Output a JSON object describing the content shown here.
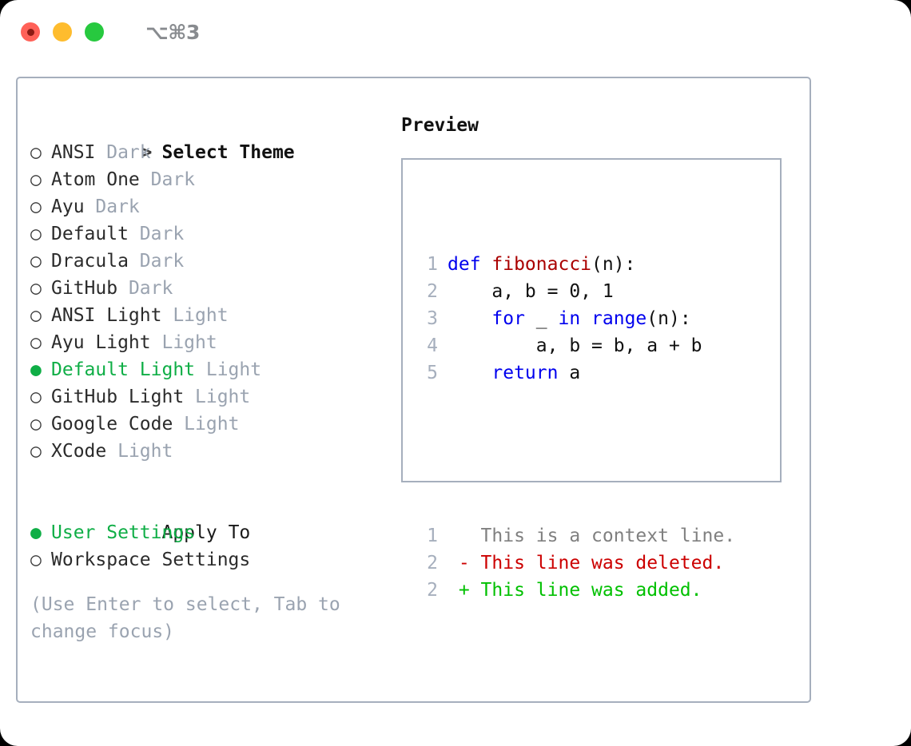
{
  "titlebar": {
    "shortcut": "⌥⌘3",
    "buttons": [
      "close",
      "minimize",
      "maximize"
    ]
  },
  "theme_list": {
    "header_marker": ">",
    "header": "Select Theme",
    "items": [
      {
        "marker": "○",
        "label": "ANSI",
        "variant": "Dark",
        "selected": false
      },
      {
        "marker": "○",
        "label": "Atom One",
        "variant": "Dark",
        "selected": false
      },
      {
        "marker": "○",
        "label": "Ayu",
        "variant": "Dark",
        "selected": false
      },
      {
        "marker": "○",
        "label": "Default",
        "variant": "Dark",
        "selected": false
      },
      {
        "marker": "○",
        "label": "Dracula",
        "variant": "Dark",
        "selected": false
      },
      {
        "marker": "○",
        "label": "GitHub",
        "variant": "Dark",
        "selected": false
      },
      {
        "marker": "○",
        "label": "ANSI Light",
        "variant": "Light",
        "selected": false
      },
      {
        "marker": "○",
        "label": "Ayu Light",
        "variant": "Light",
        "selected": false
      },
      {
        "marker": "●",
        "label": "Default Light",
        "variant": "Light",
        "selected": true
      },
      {
        "marker": "○",
        "label": "GitHub Light",
        "variant": "Light",
        "selected": false
      },
      {
        "marker": "○",
        "label": "Google Code",
        "variant": "Light",
        "selected": false
      },
      {
        "marker": "○",
        "label": "XCode",
        "variant": "Light",
        "selected": false
      }
    ]
  },
  "apply_to": {
    "header": "Apply To",
    "items": [
      {
        "marker": "●",
        "label": "User Settings",
        "selected": true
      },
      {
        "marker": "○",
        "label": "Workspace Settings",
        "selected": false
      }
    ]
  },
  "hint": "(Use Enter to select, Tab to change focus)",
  "preview": {
    "title": "Preview",
    "code_lines": [
      {
        "num": "1",
        "segments": [
          {
            "text": "def ",
            "style": "kw"
          },
          {
            "text": "fibonacci",
            "style": "fn"
          },
          {
            "text": "(n):",
            "style": "plain"
          }
        ]
      },
      {
        "num": "2",
        "segments": [
          {
            "text": "    a, b = 0, 1",
            "style": "plain"
          }
        ]
      },
      {
        "num": "3",
        "segments": [
          {
            "text": "    for ",
            "style": "kw"
          },
          {
            "text": "_ ",
            "style": "plain"
          },
          {
            "text": "in ",
            "style": "kw"
          },
          {
            "text": "range",
            "style": "kw"
          },
          {
            "text": "(n):",
            "style": "plain"
          }
        ]
      },
      {
        "num": "4",
        "segments": [
          {
            "text": "        a, b = b, a + b",
            "style": "plain"
          }
        ]
      },
      {
        "num": "5",
        "segments": [
          {
            "text": "    return ",
            "style": "kw"
          },
          {
            "text": "a",
            "style": "plain"
          }
        ]
      }
    ],
    "diff_lines": [
      {
        "num": "1",
        "sign": " ",
        "text": " This is a context line.",
        "style": "ctx"
      },
      {
        "num": "2",
        "sign": "-",
        "text": " This line was deleted.",
        "style": "del"
      },
      {
        "num": "2",
        "sign": "+",
        "text": " This line was added.",
        "style": "add"
      }
    ]
  },
  "colors": {
    "accent_green": "#0FAE46",
    "muted": "#9AA3B0",
    "border": "#A6AFBD",
    "keyword": "#0000EE",
    "function": "#AA0000",
    "diff_add": "#00C000",
    "diff_del": "#CC0000",
    "dot_red": "#FF6158",
    "dot_yellow": "#FEBC2E",
    "dot_green": "#27C93F"
  }
}
